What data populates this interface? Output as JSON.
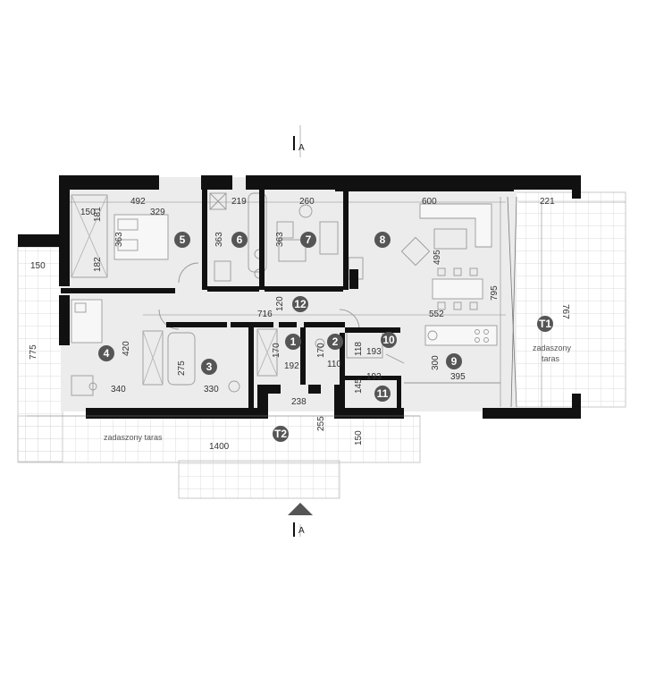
{
  "colors": {
    "wall": "#111111",
    "floor": "#ececec",
    "terrace": "#ffffff",
    "grid": "#cfcfcf",
    "badge": "#555555",
    "dim_text": "#333333"
  },
  "section_marks": {
    "top": "A",
    "bottom": "A"
  },
  "rooms": [
    "1",
    "2",
    "3",
    "4",
    "5",
    "6",
    "7",
    "8",
    "9",
    "10",
    "11",
    "12"
  ],
  "terraces": [
    {
      "id": "T1",
      "label_line1": "zadaszony",
      "label_line2": "taras"
    },
    {
      "id": "T2",
      "label": "zadaszony taras"
    }
  ],
  "dimensions": {
    "d492": "492",
    "d329": "329",
    "d150a": "150",
    "d181": "181",
    "d363a": "363",
    "d182": "182",
    "d219": "219",
    "d363b": "363",
    "d260": "260",
    "d363c": "363",
    "d600": "600",
    "d221": "221",
    "d150b": "150",
    "d495": "495",
    "d767": "767",
    "d795": "795",
    "d716": "716",
    "d120": "120",
    "d552": "552",
    "d775": "775",
    "d420": "420",
    "d340": "340",
    "d275": "275",
    "d330": "330",
    "d170a": "170",
    "d192": "192",
    "d170b": "170",
    "d110": "110",
    "d118": "118",
    "d193a": "193",
    "d193b": "193",
    "d145": "145",
    "d300": "300",
    "d395": "395",
    "d238": "238",
    "d255": "255",
    "d150c": "150",
    "d1400": "1400"
  }
}
